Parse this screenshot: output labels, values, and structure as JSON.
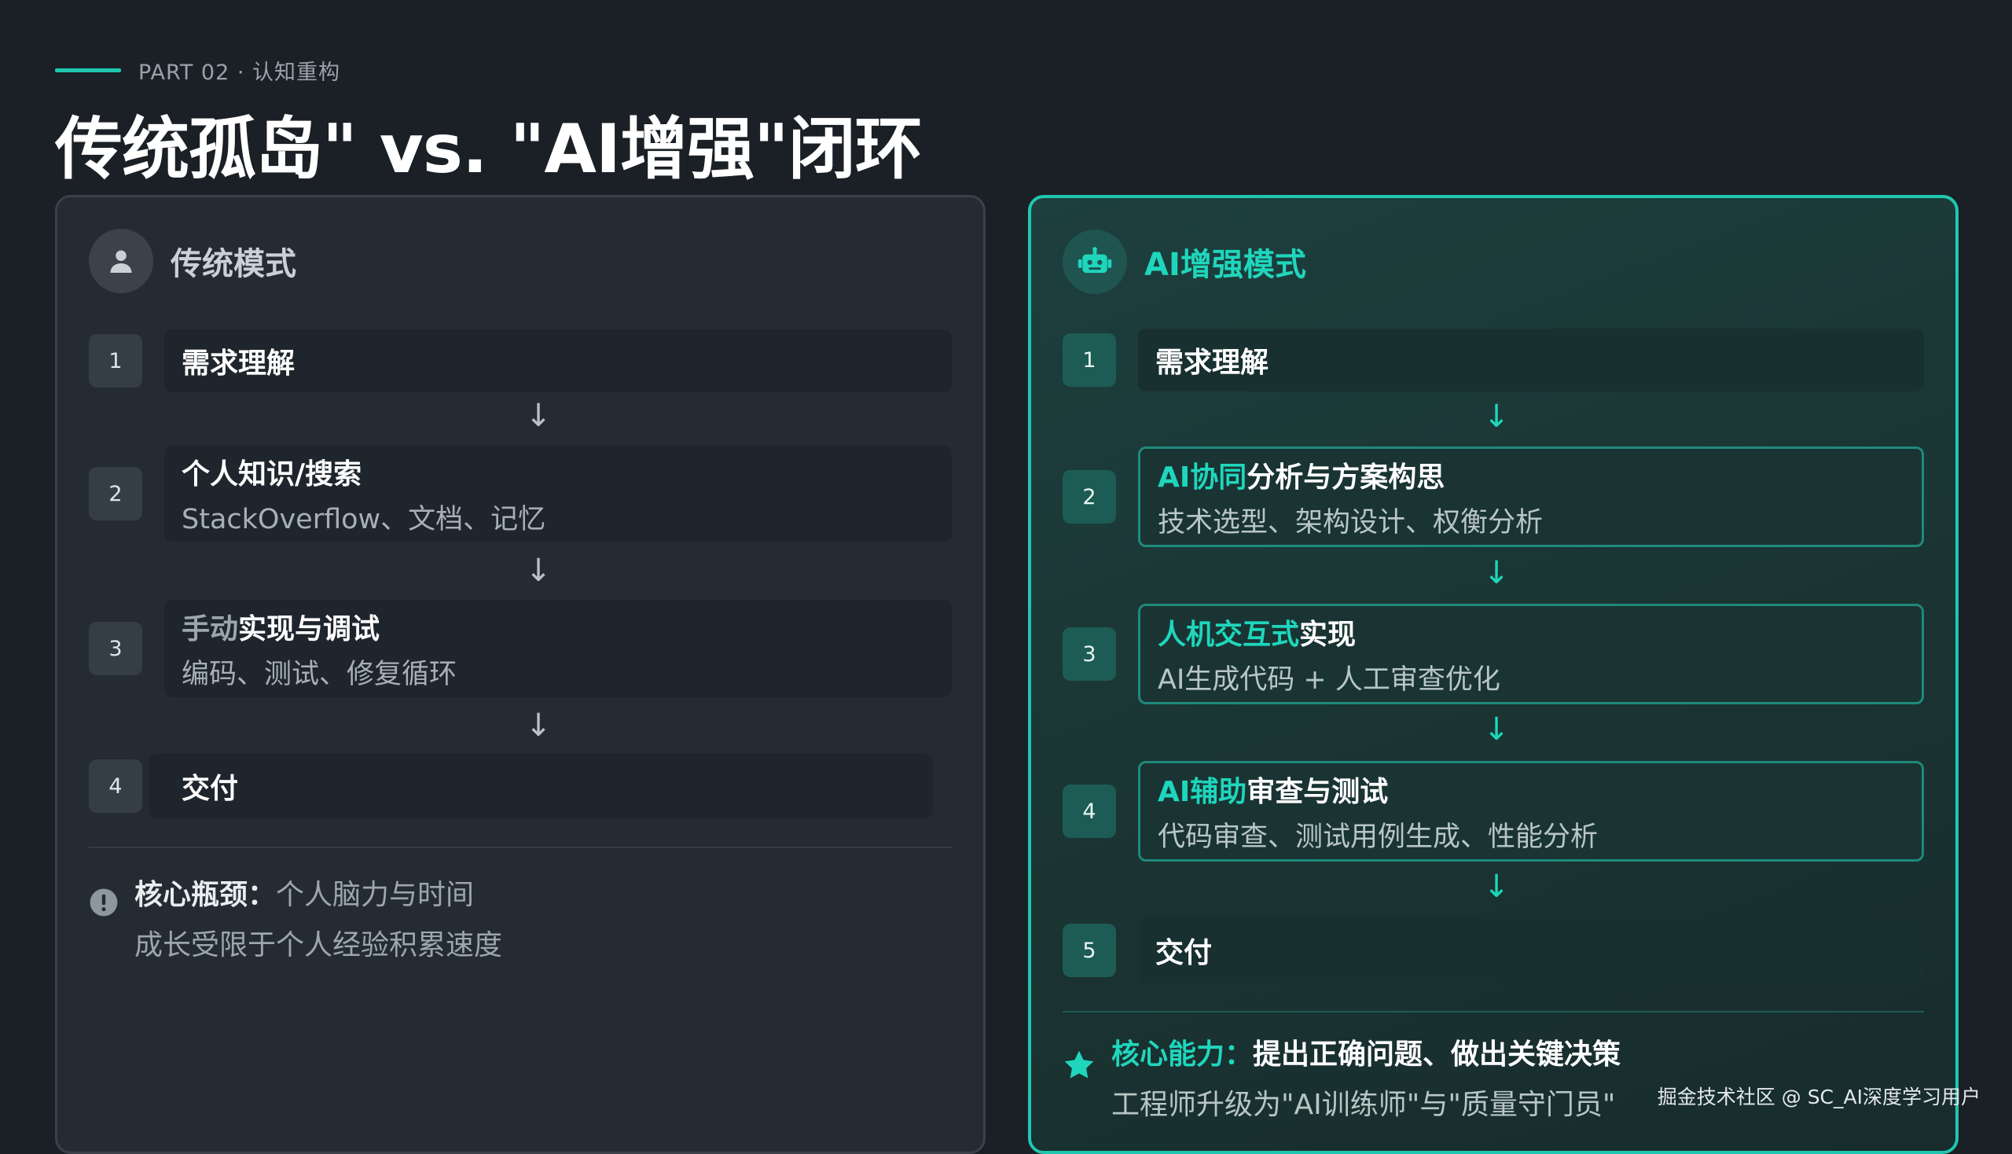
{
  "header": {
    "part": "PART 02 · 认知重构",
    "title": "传统孤岛\" vs. \"AI增强\"闭环"
  },
  "traditional": {
    "title": "传统模式",
    "icon": "user-icon",
    "steps": [
      {
        "num": "1",
        "title": "需求理解",
        "sub": ""
      },
      {
        "num": "2",
        "title": "个人知识/搜索",
        "sub": "StackOverflow、文档、记忆"
      },
      {
        "num": "3",
        "title_accent": "手动",
        "title": "实现与调试",
        "sub": "编码、测试、修复循环"
      },
      {
        "num": "4",
        "title": "交付",
        "sub": ""
      }
    ],
    "arrow": "↓",
    "footer": {
      "icon": "exclamation-icon",
      "label": "核心瓶颈：",
      "text": "个人脑力与时间",
      "line2": "成长受限于个人经验积累速度"
    }
  },
  "ai": {
    "title": "AI增强模式",
    "icon": "robot-icon",
    "steps": [
      {
        "num": "1",
        "title": "需求理解",
        "sub": ""
      },
      {
        "num": "2",
        "title_accent": "AI协同",
        "title": "分析与方案构思",
        "sub": "技术选型、架构设计、权衡分析"
      },
      {
        "num": "3",
        "title_accent": "人机交互式",
        "title": "实现",
        "sub": "AI生成代码 + 人工审查优化"
      },
      {
        "num": "4",
        "title_accent": "AI辅助",
        "title": "审查与测试",
        "sub": "代码审查、测试用例生成、性能分析"
      },
      {
        "num": "5",
        "title": "交付",
        "sub": ""
      }
    ],
    "arrow": "↓",
    "footer": {
      "icon": "star-icon",
      "label": "核心能力：",
      "text": "提出正确问题、做出关键决策",
      "line2": "工程师升级为\"AI训练师\"与\"质量守门员\""
    }
  },
  "watermark": "掘金技术社区 @ SC_AI深度学习用户",
  "colors": {
    "accent": "#1fc7b0",
    "background": "#1b2026"
  }
}
